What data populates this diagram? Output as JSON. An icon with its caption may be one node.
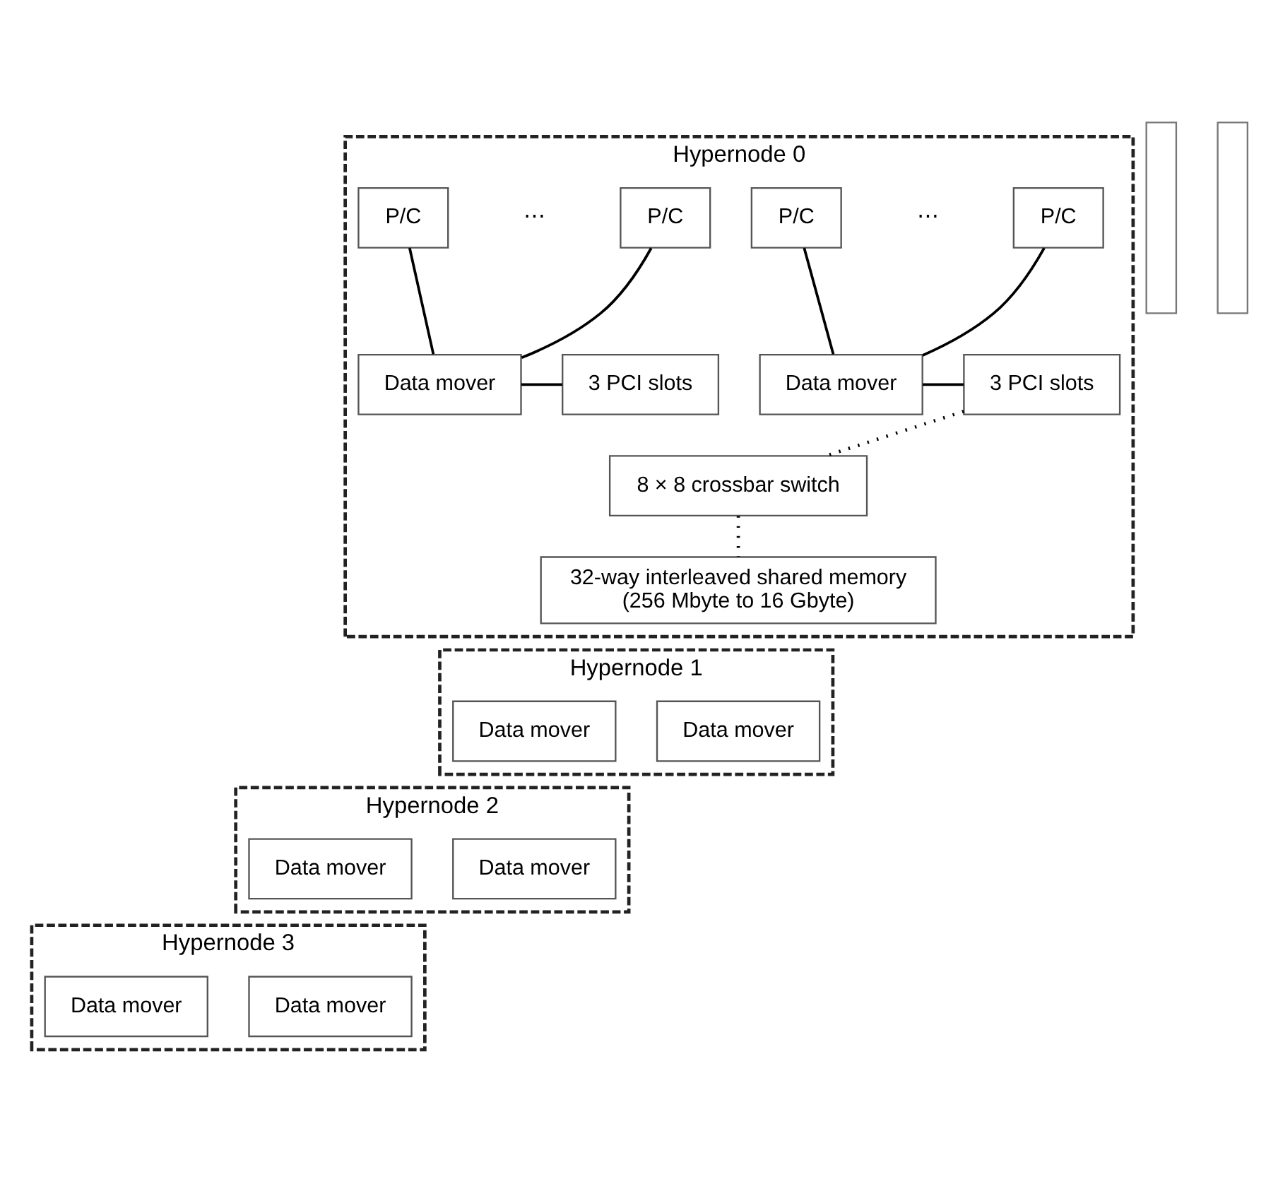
{
  "diagram": {
    "nodes": [
      {
        "text": [
          "Hypernode 0"
        ]
      },
      {
        "text": [
          "P/C"
        ],
        "in": 0
      },
      {
        "text": [
          "P/C"
        ],
        "in": 0
      },
      {
        "text": [
          "Data mover"
        ],
        "in": 0
      },
      {
        "text": [
          "3 PCI slots"
        ],
        "in": 0
      },
      {
        "text": [
          "P/C"
        ],
        "in": 0
      },
      {
        "text": [
          "P/C"
        ],
        "in": 0
      },
      {
        "text": [
          "Data mover"
        ],
        "in": 0
      },
      {
        "text": [
          "3 PCI slots"
        ],
        "in": 0
      },
      {
        "text": [
          "8 × 8 crossbar switch"
        ],
        "in": 0
      },
      {
        "text": [
          "32-way interleaved shared memory",
          "(256 Mbyte to 16 Gbyte)"
        ],
        "in": 0
      },
      {
        "text": [
          "Hypernode 1"
        ]
      },
      {
        "text": [
          "Data mover"
        ],
        "in": 11
      },
      {
        "text": [
          "Data mover"
        ],
        "in": 11
      },
      {
        "text": [
          "Hypernode 2"
        ]
      },
      {
        "text": [
          "Data mover"
        ],
        "in": 14
      },
      {
        "text": [
          "Data mover"
        ],
        "in": 14
      },
      {
        "text": [
          "Hypernode 3"
        ]
      },
      {
        "text": [
          "Data mover"
        ],
        "in": 17
      },
      {
        "text": [
          "Data mover"
        ],
        "in": 17
      },
      {
        "text": [],
        "shape": "bar"
      },
      {
        "text": [],
        "shape": "bar"
      }
    ],
    "edges": [
      {
        "from": 1,
        "to": 3,
        "arrow": "none"
      },
      {
        "from": 2,
        "to": 3,
        "arrow": "none"
      },
      {
        "from": 3,
        "to": 4,
        "arrow": "none"
      },
      {
        "from": 5,
        "to": 7,
        "arrow": "none"
      },
      {
        "from": 6,
        "to": 7,
        "arrow": "none"
      },
      {
        "from": 7,
        "to": 8,
        "arrow": "none"
      },
      {
        "from": 4,
        "to": 9,
        "arrow": "none",
        "style": "dashed"
      },
      {
        "from": 9,
        "to": 10,
        "arrow": "none",
        "style": "dashed"
      }
    ],
    "labels": [
      "⋯",
      "⋯"
    ]
  }
}
